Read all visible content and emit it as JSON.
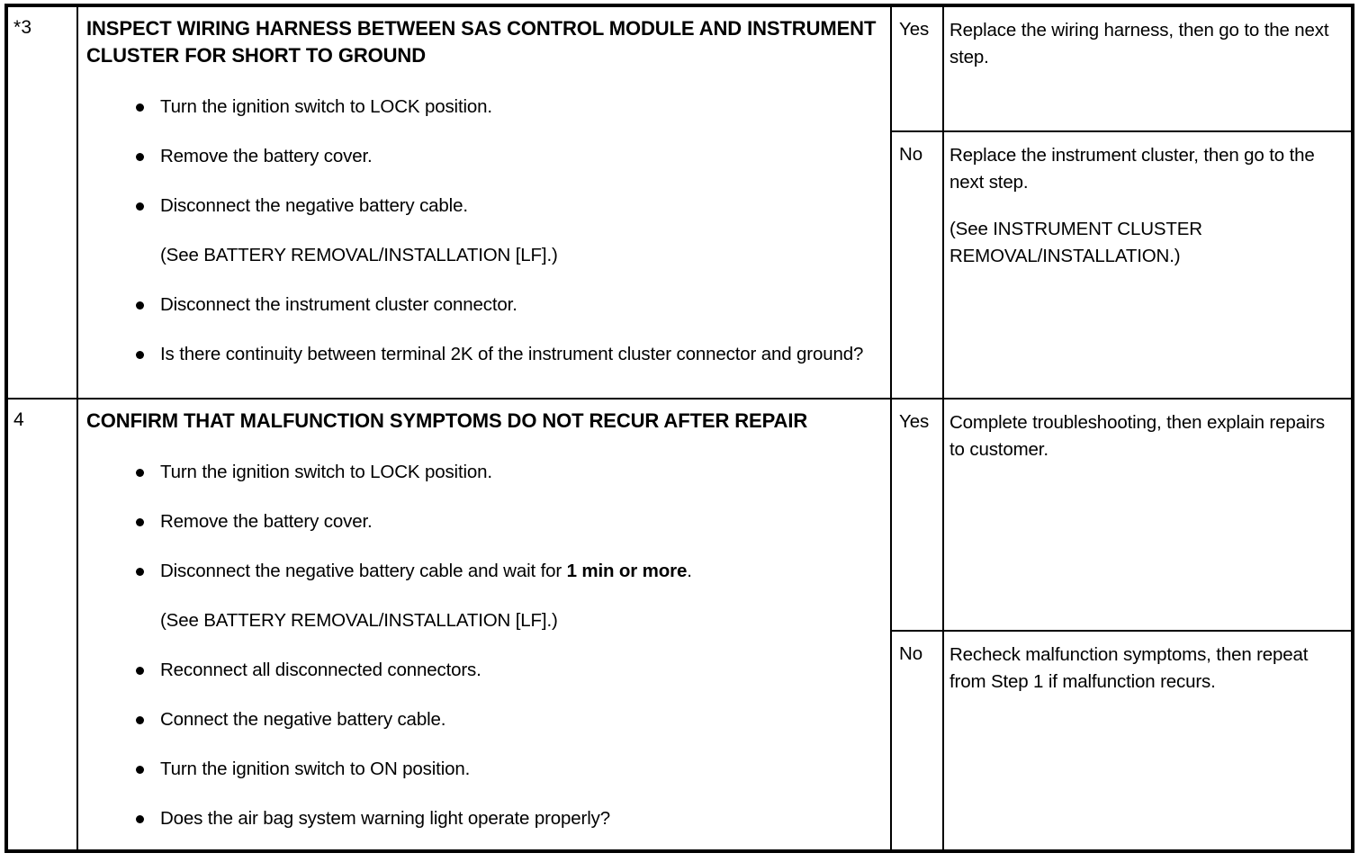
{
  "table": {
    "rows": [
      {
        "step_number": "*3",
        "heading": "INSPECT WIRING HARNESS BETWEEN SAS CONTROL MODULE AND INSTRUMENT CLUSTER FOR SHORT TO GROUND",
        "steps": [
          "Turn the ignition switch to LOCK position.",
          "Remove the battery cover.",
          "Disconnect the negative battery cable.",
          "Disconnect the instrument cluster connector.",
          "Is there continuity between terminal 2K of the instrument cluster connector and ground?"
        ],
        "note": "(See BATTERY REMOVAL/INSTALLATION [LF].)",
        "results": {
          "yes_label": "Yes",
          "yes_action": "Replace the wiring harness, then go to the next step.",
          "no_label": "No",
          "no_action": "Replace the instrument cluster, then go to the next step.",
          "no_action_reference": "(See INSTRUMENT CLUSTER REMOVAL/INSTALLATION.)"
        }
      },
      {
        "step_number": "4",
        "heading": "CONFIRM THAT MALFUNCTION SYMPTOMS DO NOT RECUR AFTER REPAIR",
        "steps": [
          "Turn the ignition switch to LOCK position.",
          "Remove the battery cover.",
          "Reconnect all disconnected connectors.",
          "Connect the negative battery cable.",
          "Turn the ignition switch to ON position.",
          "Does the air bag system warning light operate properly?"
        ],
        "step_with_bold": {
          "prefix": "Disconnect the negative battery cable and wait for ",
          "bold": "1 min or more",
          "suffix": "."
        },
        "note": "(See BATTERY REMOVAL/INSTALLATION [LF].)",
        "results": {
          "yes_label": "Yes",
          "yes_action": "Complete troubleshooting, then explain repairs to customer.",
          "no_label": "No",
          "no_action": "Recheck malfunction symptoms, then repeat from Step 1 if malfunction recurs."
        }
      }
    ]
  },
  "colors": {
    "border": "#000000",
    "text": "#000000",
    "background": "#ffffff"
  }
}
